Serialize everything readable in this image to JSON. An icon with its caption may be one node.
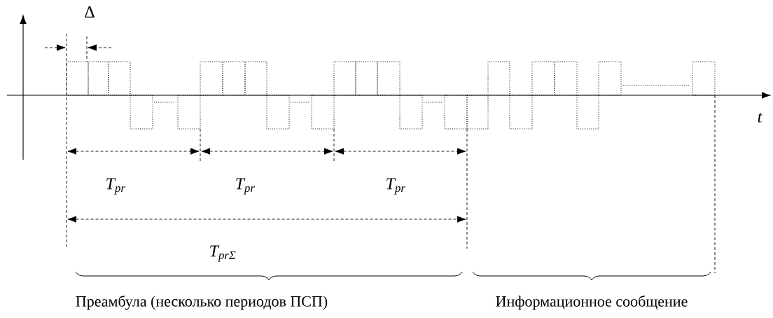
{
  "diagram": {
    "labels": [
      "Δ",
      "t",
      "T$_{pr}$",
      "T$_{pr}$",
      "T$_{pr}$",
      "T$_{prΣ}$",
      "Преамбула (несколько периодов ПСП)",
      "Информационное сообщение"
    ]
  }
}
